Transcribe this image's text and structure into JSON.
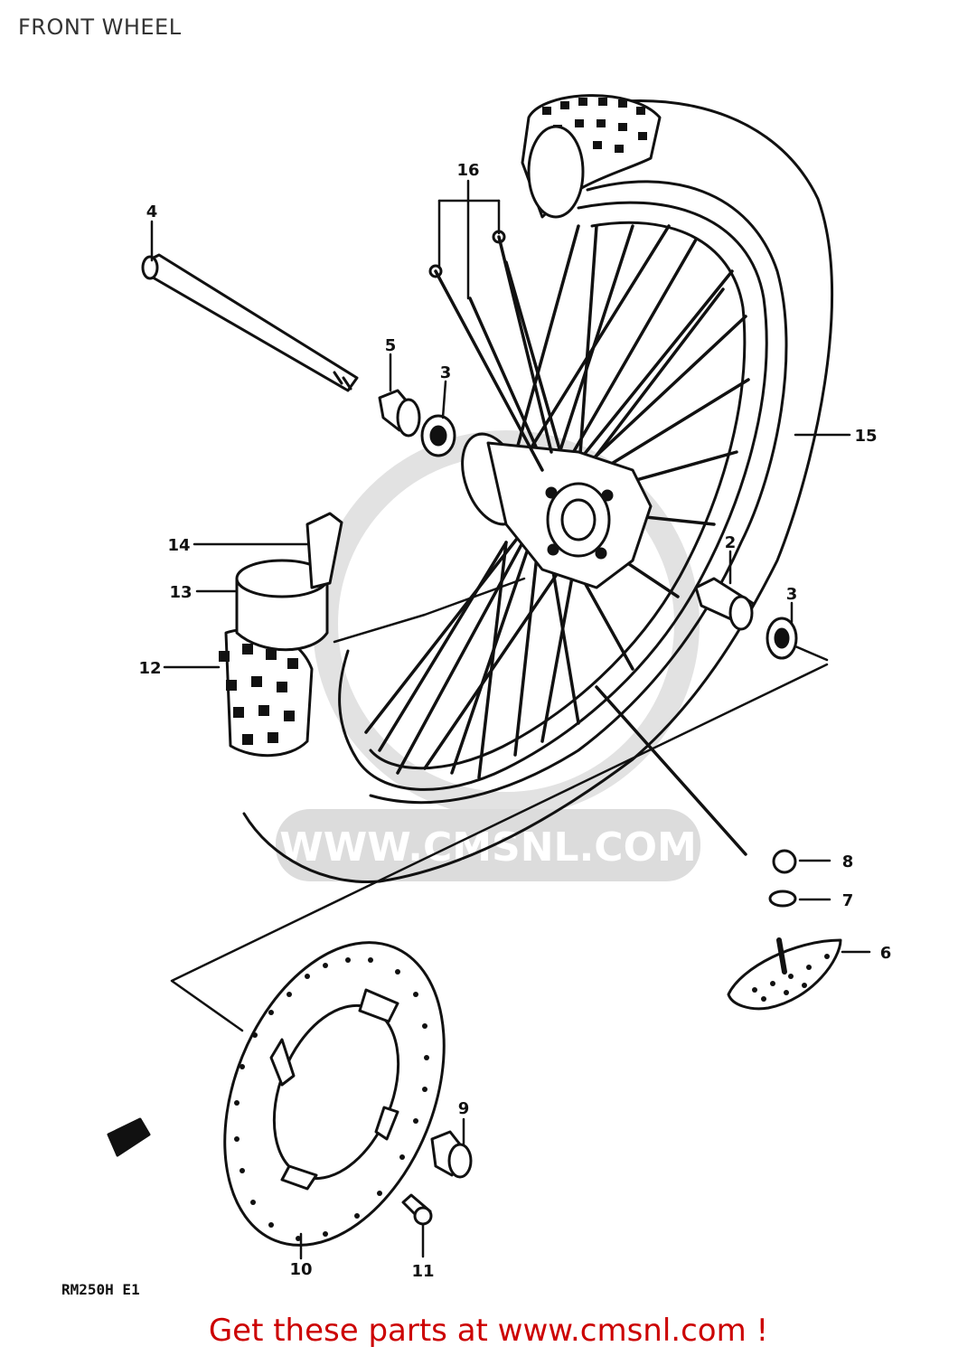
{
  "page": {
    "title": "FRONT WHEEL",
    "footer": "Get these parts at www.cmsnl.com !",
    "watermark": "WWW.CMSNL.COM",
    "diagram_code": "RM250H E1"
  },
  "callouts": [
    "2",
    "3",
    "3",
    "4",
    "5",
    "6",
    "7",
    "8",
    "9",
    "10",
    "11",
    "12",
    "13",
    "14",
    "15",
    "16"
  ],
  "colors": {
    "footer": "#cc0000",
    "ink": "#111111",
    "watermark": "#d9d9d9"
  }
}
